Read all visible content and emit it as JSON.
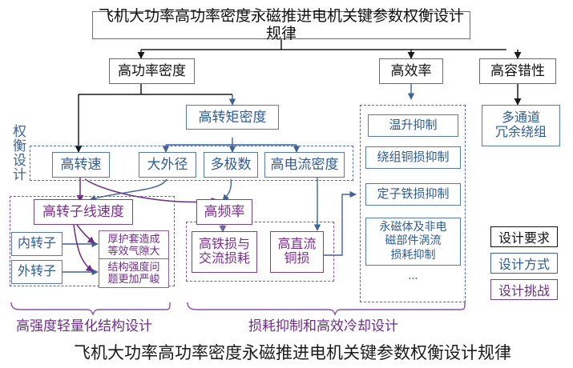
{
  "diagram": {
    "title_top": "飞机大功率高功率密度永磁推进电机关键参数权衡设计规律",
    "title_bottom": "飞机大功率高功率密度永磁推进电机关键参数权衡设计规律",
    "side_label": "权衡设计",
    "level2": [
      {
        "label": "高功率密度",
        "kind": "requirement"
      },
      {
        "label": "高效率",
        "kind": "requirement"
      },
      {
        "label": "高容错性",
        "kind": "requirement"
      }
    ],
    "torque_density": "高转矩密度",
    "params": [
      {
        "label": "高转速"
      },
      {
        "label": "大外径"
      },
      {
        "label": "多极数"
      },
      {
        "label": "高电流密度"
      }
    ],
    "challenges": [
      {
        "label": "高转子线速度"
      },
      {
        "label": "高频率"
      }
    ],
    "rotor_types": [
      {
        "label": "内转子"
      },
      {
        "label": "外转子"
      }
    ],
    "rotor_issues": [
      {
        "line1": "厚护套造成",
        "line2": "等效气隙大"
      },
      {
        "line1": "结构强度问",
        "line2": "题更加严峻"
      }
    ],
    "losses": [
      {
        "line1": "高铁损与",
        "line2": "交流损耗"
      },
      {
        "line1": "高直流",
        "line2": "铜损"
      }
    ],
    "efficiency_items": [
      {
        "label": "温升抑制"
      },
      {
        "label": "绕组铜损抑制"
      },
      {
        "label": "定子铁损抑制"
      },
      {
        "label": "永磁体及非电磁部件涡流损耗抑制",
        "l1": "永磁体及非电",
        "l2": "磁部件涡流",
        "l3": "损耗抑制"
      },
      {
        "label": "..."
      }
    ],
    "fault_tolerance": {
      "l1": "多通道",
      "l2": "冗余绕组"
    },
    "captions": [
      {
        "text": "高强度轻量化结构设计"
      },
      {
        "text": "损耗抑制和高效冷却设计"
      }
    ],
    "legend": [
      {
        "label": "设计要求",
        "color": "#111111"
      },
      {
        "label": "设计方式",
        "color": "#2e5b94"
      },
      {
        "label": "设计挑战",
        "color": "#6d2c86"
      }
    ],
    "colors": {
      "requirement": "#111111",
      "method": "#2e5b94",
      "challenge": "#6d2c86",
      "dashed_blue": "#4a6ea8",
      "dashed_purple": "#8a4fa0"
    }
  }
}
